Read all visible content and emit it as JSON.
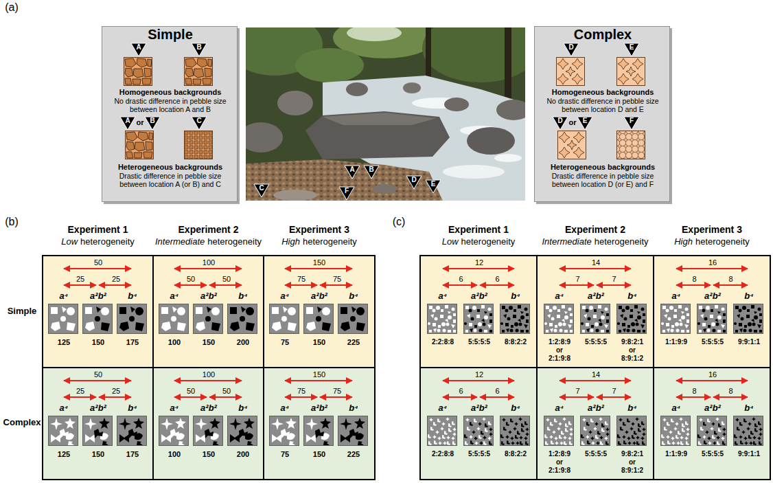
{
  "diagram": {
    "nodes": [
      {
        "text": [
          "Simple",
          "Homogeneous backgrounds",
          "No drastic difference in pebble size between location A and B",
          "or",
          "Heterogeneous backgrounds",
          "Drastic difference in pebble size between location A (or B) and C"
        ]
      },
      {
        "text": [
          "A"
        ],
        "in": 0
      },
      {
        "text": [
          "B"
        ],
        "in": 0
      },
      {
        "text": [
          "A"
        ],
        "in": 0
      },
      {
        "text": [
          "B"
        ],
        "in": 0
      },
      {
        "text": [
          "C"
        ],
        "in": 0
      },
      {
        "text": [
          "A"
        ]
      },
      {
        "text": [
          "B"
        ]
      },
      {
        "text": [
          "C"
        ]
      },
      {
        "text": [
          "D"
        ]
      },
      {
        "text": [
          "E"
        ]
      },
      {
        "text": [
          "F"
        ]
      },
      {
        "text": [
          "Complex",
          "Homogeneous backgrounds",
          "No drastic difference in pebble size between location D and E",
          "or",
          "Heterogeneous backgrounds",
          "Drastic difference in pebble size between location D (or E) and F"
        ]
      },
      {
        "text": [
          "D"
        ],
        "in": 12
      },
      {
        "text": [
          "E"
        ],
        "in": 12
      },
      {
        "text": [
          "D"
        ],
        "in": 12
      },
      {
        "text": [
          "E"
        ],
        "in": 12
      },
      {
        "text": [
          "F"
        ],
        "in": 12
      },
      {
        "text": [
          "50",
          "25",
          "25",
          "a⁴",
          "a²b²",
          "b⁴",
          "125",
          "150",
          "175"
        ]
      },
      {
        "text": [
          "100",
          "50",
          "50",
          "a⁴",
          "a²b²",
          "b⁴",
          "100",
          "150",
          "200"
        ]
      },
      {
        "text": [
          "150",
          "75",
          "75",
          "a⁴",
          "a²b²",
          "b⁴",
          "75",
          "150",
          "225"
        ]
      },
      {
        "text": [
          "50",
          "25",
          "25",
          "a⁴",
          "a²b²",
          "b⁴",
          "125",
          "150",
          "175"
        ]
      },
      {
        "text": [
          "100",
          "50",
          "50",
          "a⁴",
          "a²b²",
          "b⁴",
          "100",
          "150",
          "200"
        ]
      },
      {
        "text": [
          "150",
          "75",
          "75",
          "a⁴",
          "a²b²",
          "b⁴",
          "75",
          "150",
          "225"
        ]
      },
      {
        "text": [
          "12",
          "6",
          "6",
          "a⁴",
          "a²b²",
          "b⁴",
          "2:2:8:8",
          "5:5:5:5",
          "8:8:2:2"
        ]
      },
      {
        "text": [
          "14",
          "7",
          "7",
          "a⁴",
          "a²b²",
          "b⁴",
          "1:2:8:9 or 2:1:9:8",
          "5:5:5:5",
          "9:8:2:1 or 8:9:1:2"
        ]
      },
      {
        "text": [
          "16",
          "8",
          "8",
          "a⁴",
          "a²b²",
          "b⁴",
          "1:1:9:9",
          "5:5:5:5",
          "9:9:1:1"
        ]
      },
      {
        "text": [
          "12",
          "6",
          "6",
          "a⁴",
          "a²b²",
          "b⁴",
          "2:2:8:8",
          "5:5:5:5",
          "8:8:2:2"
        ]
      },
      {
        "text": [
          "14",
          "7",
          "7",
          "a⁴",
          "a²b²",
          "b⁴",
          "1:2:8:9 or 2:1:9:8",
          "5:5:5:5",
          "9:8:2:1 or 8:9:1:2"
        ]
      },
      {
        "text": [
          "16",
          "8",
          "8",
          "a⁴",
          "a²b²",
          "b⁴",
          "1:1:9:9",
          "5:5:5:5",
          "9:9:1:1"
        ]
      }
    ],
    "labels": [
      "(a)",
      "(b)",
      "Experiment 1",
      "Low",
      "heterogeneity",
      "Experiment 2",
      "Intermediate",
      "heterogeneity",
      "Experiment 3",
      "High",
      "heterogeneity",
      "Simple",
      "Complex",
      "(c)",
      "Experiment 1",
      "Low",
      "heterogeneity",
      "Experiment 2",
      "Intermediate",
      "heterogeneity",
      "Experiment 3",
      "High",
      "heterogeneity"
    ]
  }
}
